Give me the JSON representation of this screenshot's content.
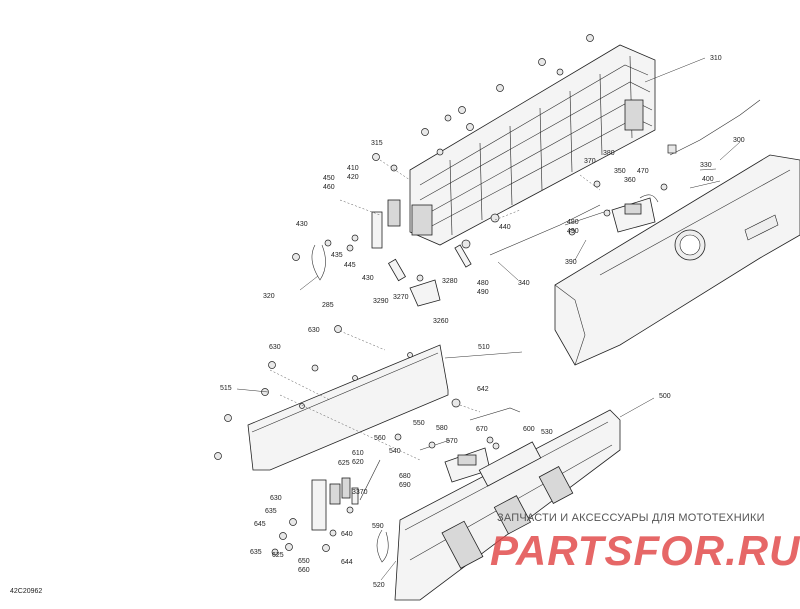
{
  "diagram": {
    "code": "42C20962",
    "labels": [
      {
        "id": "l310",
        "text": "310"
      },
      {
        "id": "l300",
        "text": "300"
      },
      {
        "id": "l315",
        "text": "315"
      },
      {
        "id": "l410",
        "text": "410"
      },
      {
        "id": "l420",
        "text": "420"
      },
      {
        "id": "l450",
        "text": "450"
      },
      {
        "id": "l460",
        "text": "460"
      },
      {
        "id": "l430a",
        "text": "430"
      },
      {
        "id": "l435",
        "text": "435"
      },
      {
        "id": "l445",
        "text": "445"
      },
      {
        "id": "l440",
        "text": "440"
      },
      {
        "id": "l430b",
        "text": "430"
      },
      {
        "id": "l320",
        "text": "320"
      },
      {
        "id": "l285",
        "text": "285"
      },
      {
        "id": "l3290",
        "text": "3290"
      },
      {
        "id": "l3270",
        "text": "3270"
      },
      {
        "id": "l3280",
        "text": "3280"
      },
      {
        "id": "l3260",
        "text": "3260"
      },
      {
        "id": "l480a",
        "text": "480"
      },
      {
        "id": "l490a",
        "text": "490"
      },
      {
        "id": "l340",
        "text": "340"
      },
      {
        "id": "l370",
        "text": "370"
      },
      {
        "id": "l380",
        "text": "380"
      },
      {
        "id": "l350",
        "text": "350"
      },
      {
        "id": "l360",
        "text": "360"
      },
      {
        "id": "l470",
        "text": "470"
      },
      {
        "id": "l330",
        "text": "330"
      },
      {
        "id": "l400",
        "text": "400"
      },
      {
        "id": "l480b",
        "text": "480"
      },
      {
        "id": "l490b",
        "text": "490"
      },
      {
        "id": "l390",
        "text": "390"
      },
      {
        "id": "l630a",
        "text": "630"
      },
      {
        "id": "l510",
        "text": "510"
      },
      {
        "id": "l630b",
        "text": "630"
      },
      {
        "id": "l515",
        "text": "515"
      },
      {
        "id": "l642",
        "text": "642"
      },
      {
        "id": "l500",
        "text": "500"
      },
      {
        "id": "l550",
        "text": "550"
      },
      {
        "id": "l580",
        "text": "580"
      },
      {
        "id": "l670",
        "text": "670"
      },
      {
        "id": "l600",
        "text": "600"
      },
      {
        "id": "l530",
        "text": "530"
      },
      {
        "id": "l560",
        "text": "560"
      },
      {
        "id": "l570",
        "text": "570"
      },
      {
        "id": "l540",
        "text": "540"
      },
      {
        "id": "l610",
        "text": "610"
      },
      {
        "id": "l620",
        "text": "620"
      },
      {
        "id": "l625",
        "text": "625"
      },
      {
        "id": "l680",
        "text": "680"
      },
      {
        "id": "l690",
        "text": "690"
      },
      {
        "id": "l3370",
        "text": "3370"
      },
      {
        "id": "l630c",
        "text": "630"
      },
      {
        "id": "l635a",
        "text": "635"
      },
      {
        "id": "l645",
        "text": "645"
      },
      {
        "id": "l590",
        "text": "590"
      },
      {
        "id": "l640",
        "text": "640"
      },
      {
        "id": "l635b",
        "text": "635"
      },
      {
        "id": "l625b",
        "text": "625"
      },
      {
        "id": "l650",
        "text": "650"
      },
      {
        "id": "l660",
        "text": "660"
      },
      {
        "id": "l644",
        "text": "644"
      },
      {
        "id": "l520",
        "text": "520"
      }
    ]
  },
  "watermark": {
    "text": "ЗАПЧАСТИ И АКСЕССУАРЫ ДЛЯ МОТОТЕХНИКИ",
    "logo": "PARTSFOR.RU",
    "color": "#e04646"
  }
}
